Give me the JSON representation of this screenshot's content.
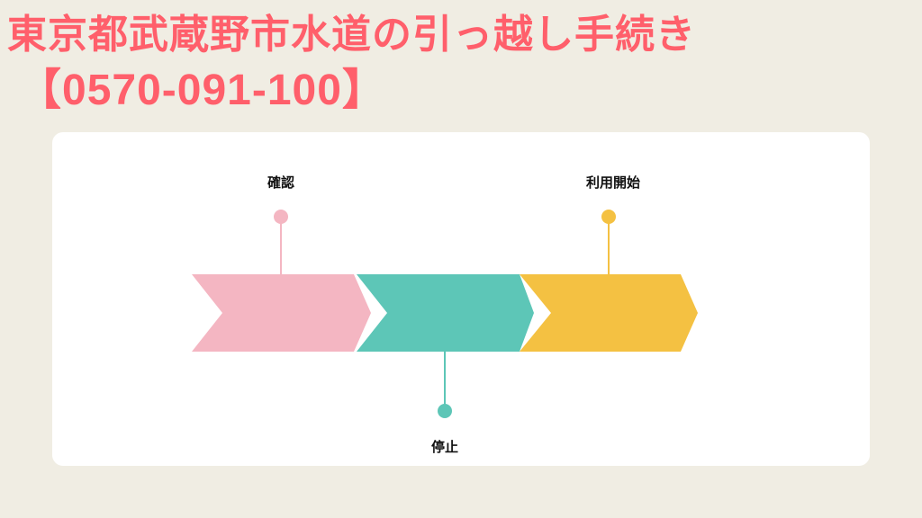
{
  "title": {
    "line1": "東京都武蔵野市水道の引っ越し手続き",
    "line2": "【0570-091-100】"
  },
  "steps": [
    {
      "label": "確認",
      "color": "#F4B6C2",
      "position": "top"
    },
    {
      "label": "停止",
      "color": "#5DC6B7",
      "position": "bottom"
    },
    {
      "label": "利用開始",
      "color": "#F4C142",
      "position": "top"
    }
  ]
}
